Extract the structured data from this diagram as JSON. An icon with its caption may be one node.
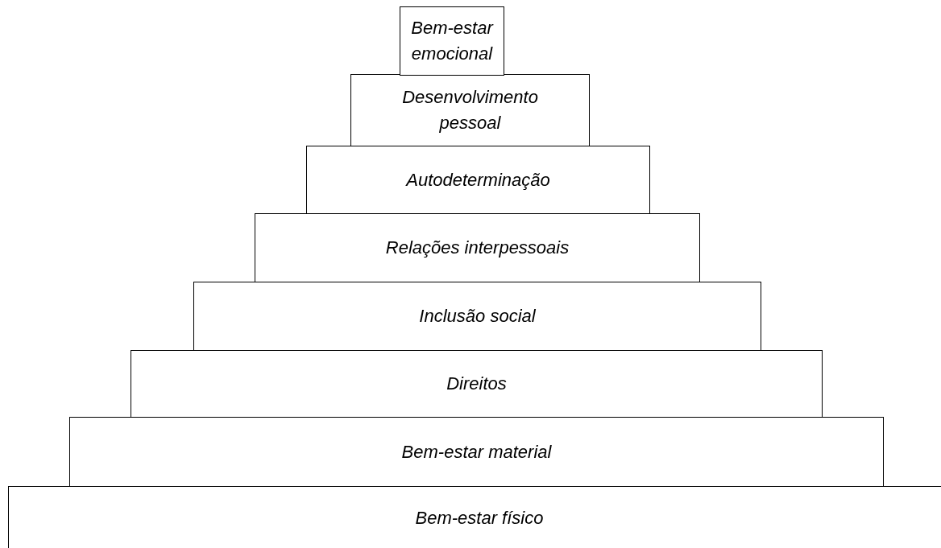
{
  "diagram": {
    "nodes": [
      {
        "text": [
          "Bem-estar emocional"
        ]
      },
      {
        "text": [
          "Desenvolvimento pessoal"
        ]
      },
      {
        "text": [
          "Autodeterminação"
        ]
      },
      {
        "text": [
          "Relações interpessoais"
        ]
      },
      {
        "text": [
          "Inclusão social"
        ]
      },
      {
        "text": [
          "Direitos"
        ]
      },
      {
        "text": [
          "Bem-estar material"
        ]
      },
      {
        "text": [
          "Bem-estar físico"
        ]
      }
    ]
  }
}
